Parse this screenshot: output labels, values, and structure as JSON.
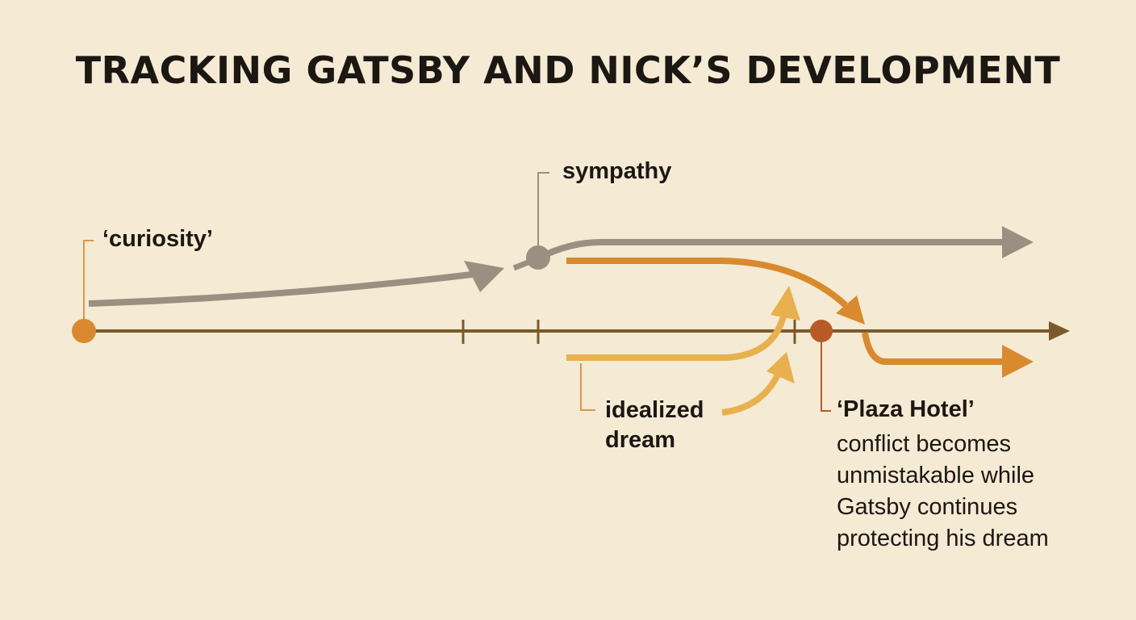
{
  "title": "TRACKING GATSBY AND NICK’S DEVELOPMENT",
  "labels": {
    "curiosity": "‘curiosity’",
    "sympathy": "sympathy",
    "idealized_line1": "idealized",
    "idealized_line2": "dream",
    "plaza": "‘Plaza Hotel’",
    "plaza_desc": [
      "conflict becomes",
      "unmistakable while",
      "Gatsby continues",
      "protecting his dream"
    ]
  },
  "colors": {
    "background": "#f5ead4",
    "timeline": "#7a5a2a",
    "gray_path": "#9a9081",
    "orange_path": "#d98a2e",
    "yellow_path": "#e8b04e",
    "start_marker": "#d8892f",
    "plaza_marker": "#b85a27",
    "callout_line": "#d89a45",
    "title_text": "#1b1712"
  }
}
